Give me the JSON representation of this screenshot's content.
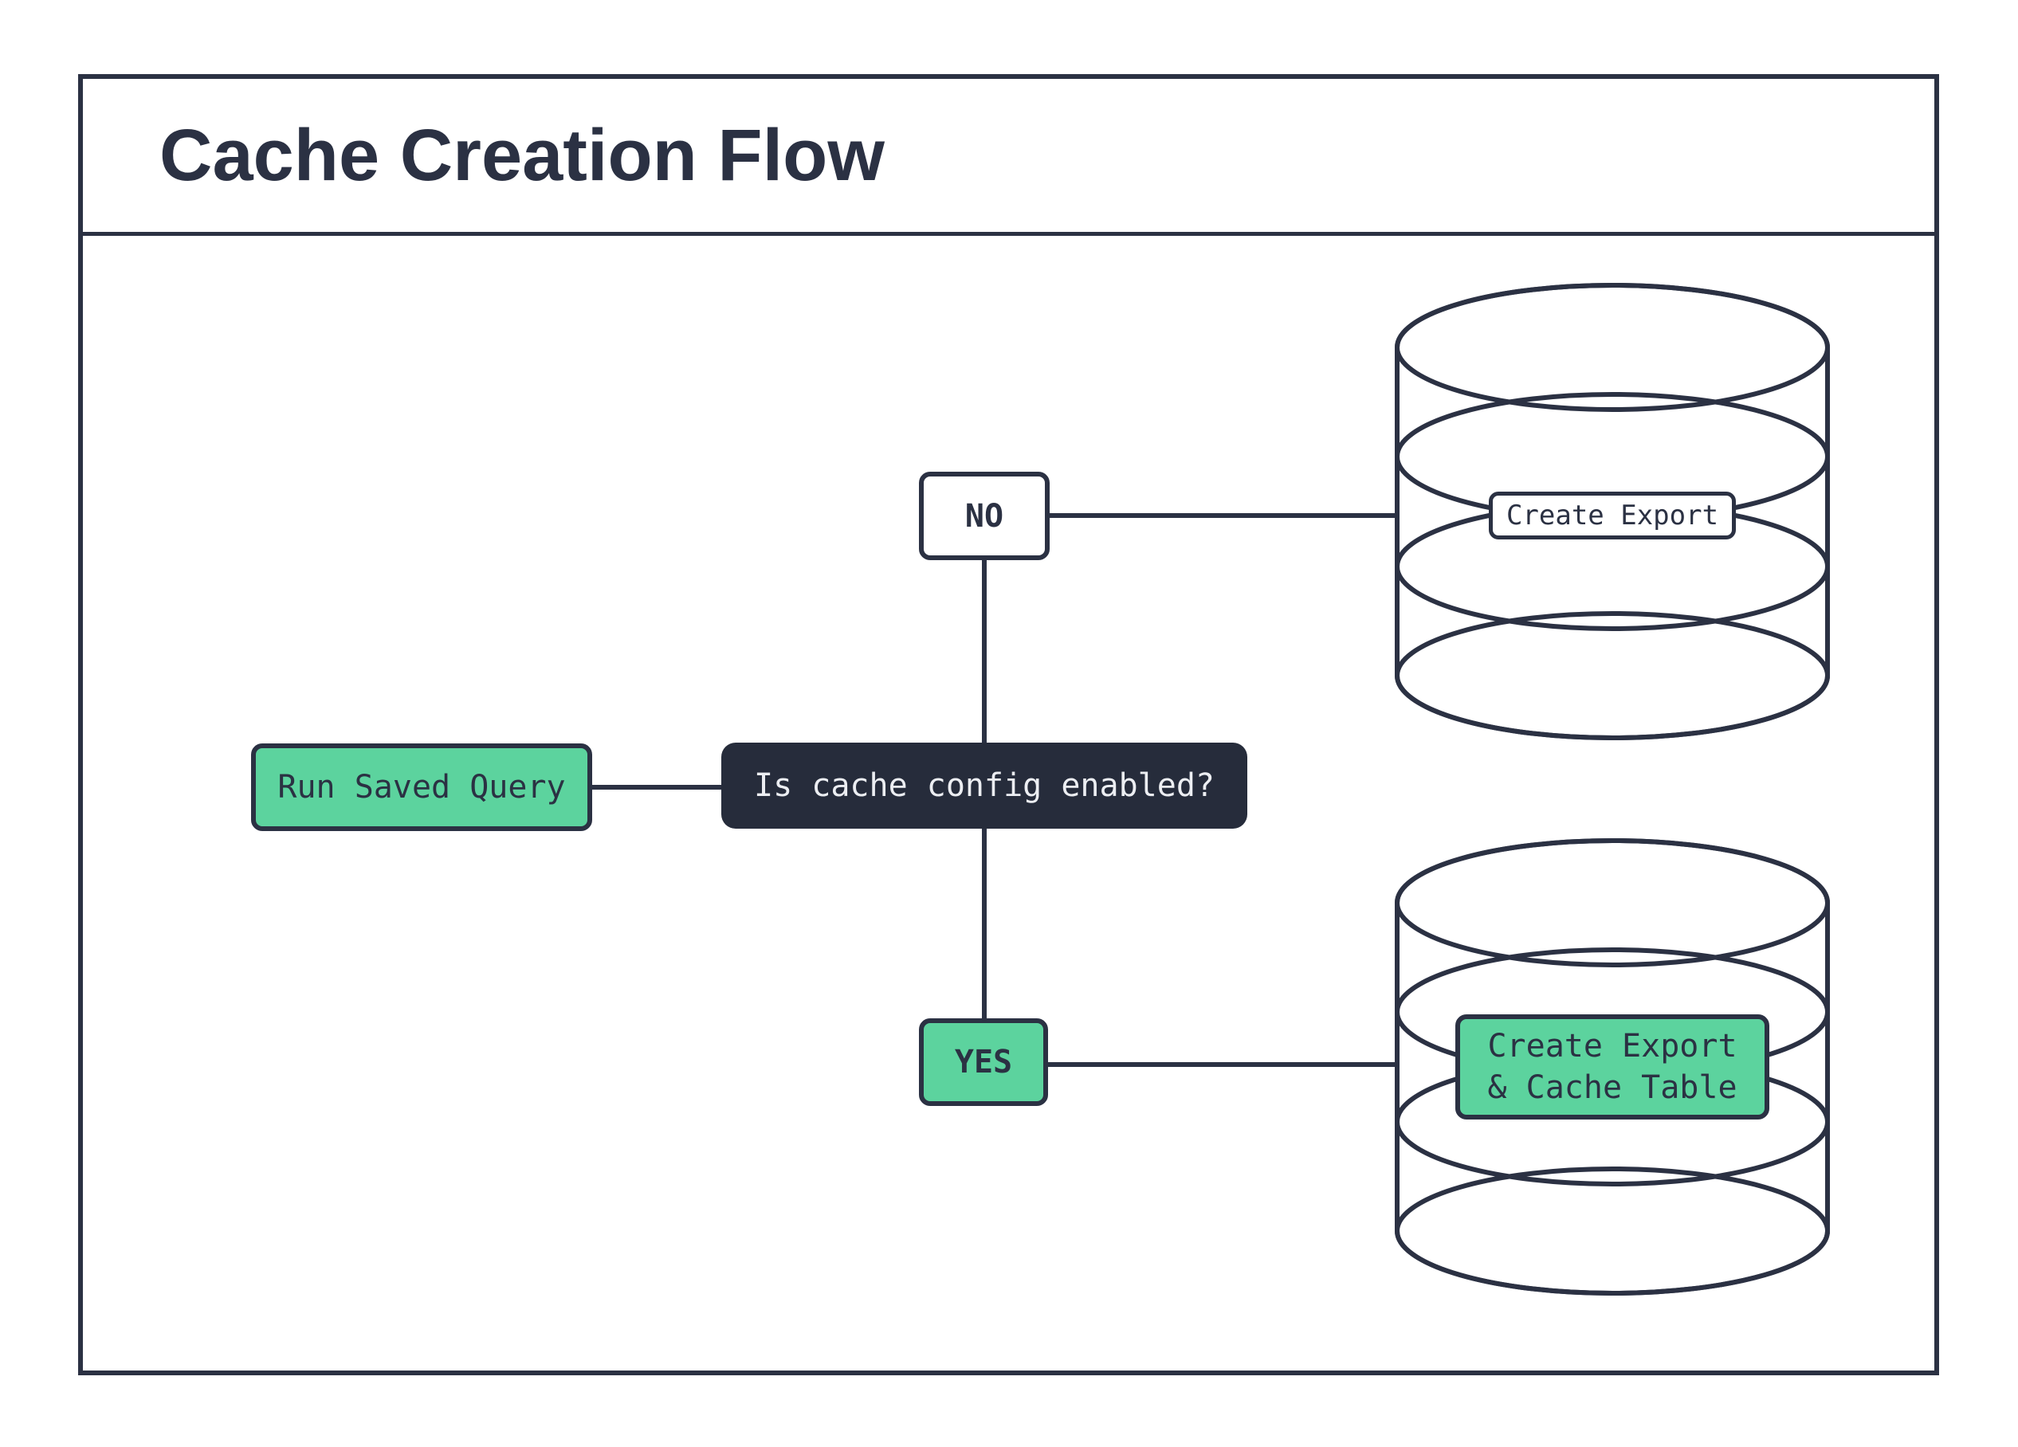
{
  "title": "Cache Creation Flow",
  "colors": {
    "navy": "#2b3143",
    "darkbg": "#262c3b",
    "green": "#5cd39e",
    "lighttext": "#eceef2",
    "white": "#ffffff"
  },
  "nodes": {
    "start": {
      "label": "Run Saved Query"
    },
    "decision": {
      "label": "Is cache config enabled?"
    },
    "branch_no": {
      "label": "NO"
    },
    "branch_yes": {
      "label": "YES"
    },
    "db_export": {
      "label": "Create Export"
    },
    "db_export_cache": {
      "line1": "Create Export",
      "line2": "& Cache Table"
    }
  }
}
